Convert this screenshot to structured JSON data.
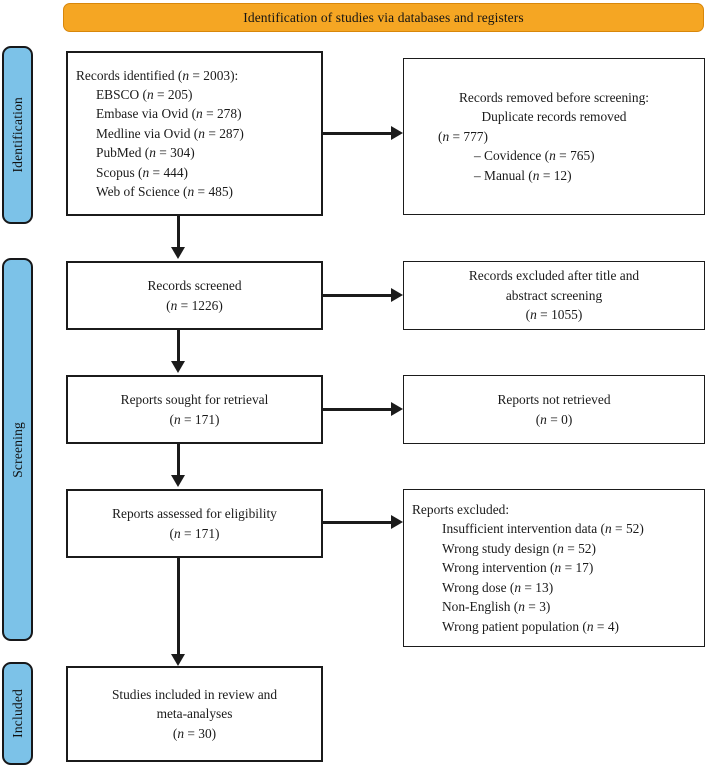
{
  "diagram": {
    "type": "prisma-flow-diagram",
    "banner": {
      "label": "Identification of studies via databases and registers",
      "color": "#F5A623",
      "border_color": "#D8870B"
    },
    "stages": [
      {
        "key": "identification",
        "label": "Identification",
        "color": "#7CC2E8"
      },
      {
        "key": "screening",
        "label": "Screening",
        "color": "#7CC2E8"
      },
      {
        "key": "included",
        "label": "Included",
        "color": "#7CC2E8"
      }
    ],
    "boxes": {
      "records_identified": {
        "name": "records-identified",
        "header": "Records identified (n = 2003):",
        "sources": [
          {
            "label": "EBSCO",
            "n": 205,
            "text": "EBSCO (n = 205)"
          },
          {
            "label": "Embase via Ovid",
            "n": 278,
            "text": "Embase via Ovid (n = 278)"
          },
          {
            "label": "Medline via Ovid",
            "n": 287,
            "text": "Medline via Ovid (n = 287)"
          },
          {
            "label": "PubMed",
            "n": 304,
            "text": "PubMed (n = 304)"
          },
          {
            "label": "Scopus",
            "n": 444,
            "text": "Scopus (n = 444)"
          },
          {
            "label": "Web of Science",
            "n": 485,
            "text": "Web of Science (n = 485)"
          }
        ],
        "total": 2003
      },
      "records_removed": {
        "name": "records-removed-before-screening",
        "line1": "Records removed before screening:",
        "line2": "Duplicate records removed",
        "line3": "(n = 777)",
        "total": 777,
        "items": [
          {
            "label": "Covidence",
            "n": 765,
            "text": "– Covidence (n = 765)"
          },
          {
            "label": "Manual",
            "n": 12,
            "text": "– Manual (n = 12)"
          }
        ]
      },
      "records_screened": {
        "name": "records-screened",
        "line1": "Records screened",
        "line2": "(n = 1226)",
        "n": 1226
      },
      "records_excluded": {
        "name": "records-excluded-title-abstract",
        "line1": "Records excluded after title and",
        "line2": "abstract screening",
        "line3": "(n = 1055)",
        "n": 1055
      },
      "reports_sought": {
        "name": "reports-sought-for-retrieval",
        "line1": "Reports sought for retrieval",
        "line2": "(n = 171)",
        "n": 171
      },
      "reports_not_retrieved": {
        "name": "reports-not-retrieved",
        "line1": "Reports not retrieved",
        "line2": "(n = 0)",
        "n": 0
      },
      "reports_assessed": {
        "name": "reports-assessed-for-eligibility",
        "line1": "Reports assessed for eligibility",
        "line2": "(n = 171)",
        "n": 171
      },
      "reports_excluded": {
        "name": "reports-excluded",
        "header": "Reports excluded:",
        "reasons": [
          {
            "label": "Insufficient intervention data",
            "n": 52,
            "text": "Insufficient intervention data (n = 52)"
          },
          {
            "label": "Wrong study design",
            "n": 52,
            "text": "Wrong study design (n = 52)"
          },
          {
            "label": "Wrong intervention",
            "n": 17,
            "text": "Wrong intervention (n = 17)"
          },
          {
            "label": "Wrong dose",
            "n": 13,
            "text": "Wrong dose (n = 13)"
          },
          {
            "label": "Non-English",
            "n": 3,
            "text": "Non-English (n = 3)"
          },
          {
            "label": "Wrong patient population",
            "n": 4,
            "text": "Wrong patient population (n = 4)"
          }
        ]
      },
      "studies_included": {
        "name": "studies-included",
        "line1": "Studies included in review and",
        "line2": "meta-analyses",
        "line3": "(n = 30)",
        "n": 30
      }
    }
  }
}
